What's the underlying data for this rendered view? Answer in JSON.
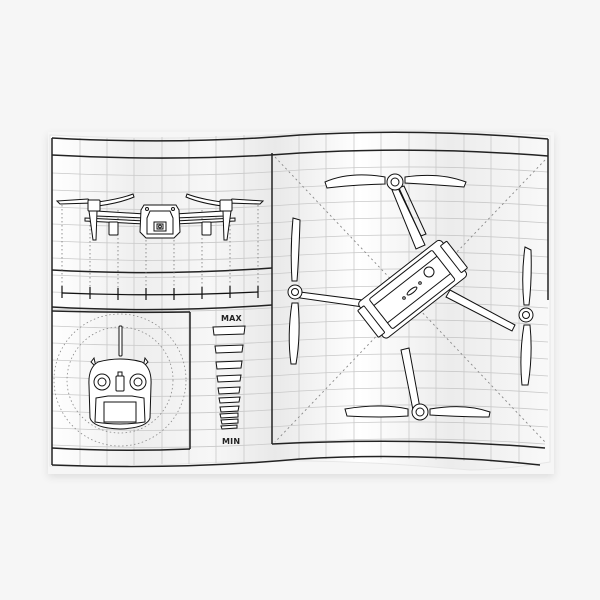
{
  "poster": {
    "subject": "Drone blueprint technical drawing",
    "background_color": "#f6f6f6",
    "paper_color": "#ffffff",
    "line_color": "#1a1a1a",
    "grid_color": "#c8c8c8"
  },
  "panels": {
    "front_view": {
      "label": "front-view-drone"
    },
    "scale_ruler": {
      "tick_count": 8
    },
    "remote_controller": {
      "label": "remote-controller"
    },
    "signal_meter": {
      "max_label": "MAX",
      "min_label": "MIN",
      "bar_count": 11
    },
    "top_view": {
      "label": "top-view-drone"
    }
  }
}
